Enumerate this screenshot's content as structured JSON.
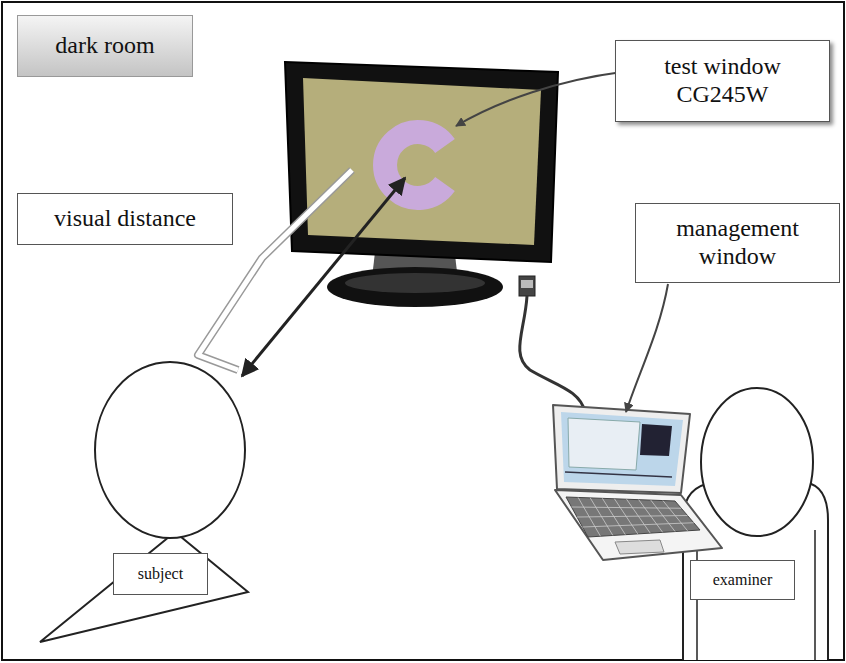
{
  "diagram": {
    "nodes": [
      {
        "text": [
          "dark room"
        ]
      },
      {
        "text": [
          "test window CG245W"
        ]
      },
      {
        "text": [
          "visual distance"
        ]
      },
      {
        "text": [
          "management window"
        ]
      },
      {
        "text": [
          "subject"
        ]
      },
      {
        "text": [
          "examiner"
        ]
      }
    ]
  }
}
